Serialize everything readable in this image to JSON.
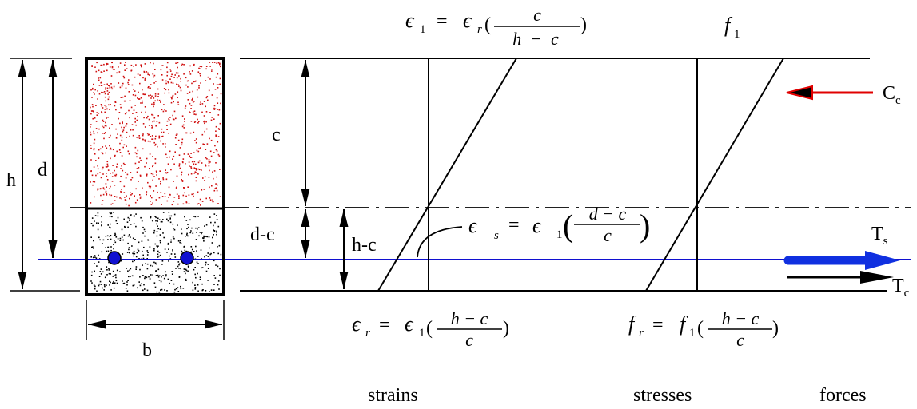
{
  "cross_section": {
    "h": "h",
    "d": "d",
    "b": "b",
    "c": "c",
    "d_minus_c": "d-c",
    "h_minus_c": "h-c",
    "compression_zone_color": "#d01010",
    "tension_zone_color": "#000000",
    "rebar_color": "#1010d0"
  },
  "strains": {
    "eps1": {
      "sym": "ϵ",
      "sub": "1",
      "eq": "=",
      "r_sym": "ϵ",
      "r_sub": "r",
      "lp": "(",
      "num": "c",
      "den": "h  −  c",
      "rp": ")"
    },
    "epsr": {
      "sym": "ϵ",
      "sub": "r",
      "eq": "=",
      "one_sym": "ϵ",
      "one_sub": "1",
      "lp": "(",
      "num": "h − c",
      "den": "c",
      "rp": ")"
    },
    "epss": {
      "sym": "ϵ",
      "sub": "s",
      "eq": "=",
      "one_sym": "ϵ",
      "one_sub": "1",
      "lp": "(",
      "num": "d − c",
      "den": "c",
      "rp": ")"
    }
  },
  "stresses": {
    "f1": {
      "sym": "f",
      "sub": "1"
    },
    "fr": {
      "sym": "f",
      "sub": "r",
      "eq": "=",
      "one_sym": "f",
      "one_sub": "1",
      "lp": "(",
      "num": "h − c",
      "den": "c",
      "rp": ")"
    }
  },
  "forces": {
    "Cc": {
      "main": "C",
      "sub": "c",
      "color": "#e00000"
    },
    "Ts": {
      "main": "T",
      "sub": "s",
      "color": "#1030e0"
    },
    "Tc": {
      "main": "T",
      "sub": "c",
      "color": "#000000"
    }
  },
  "section_labels": {
    "strains": "strains",
    "stresses": "stresses",
    "forces": "forces"
  }
}
